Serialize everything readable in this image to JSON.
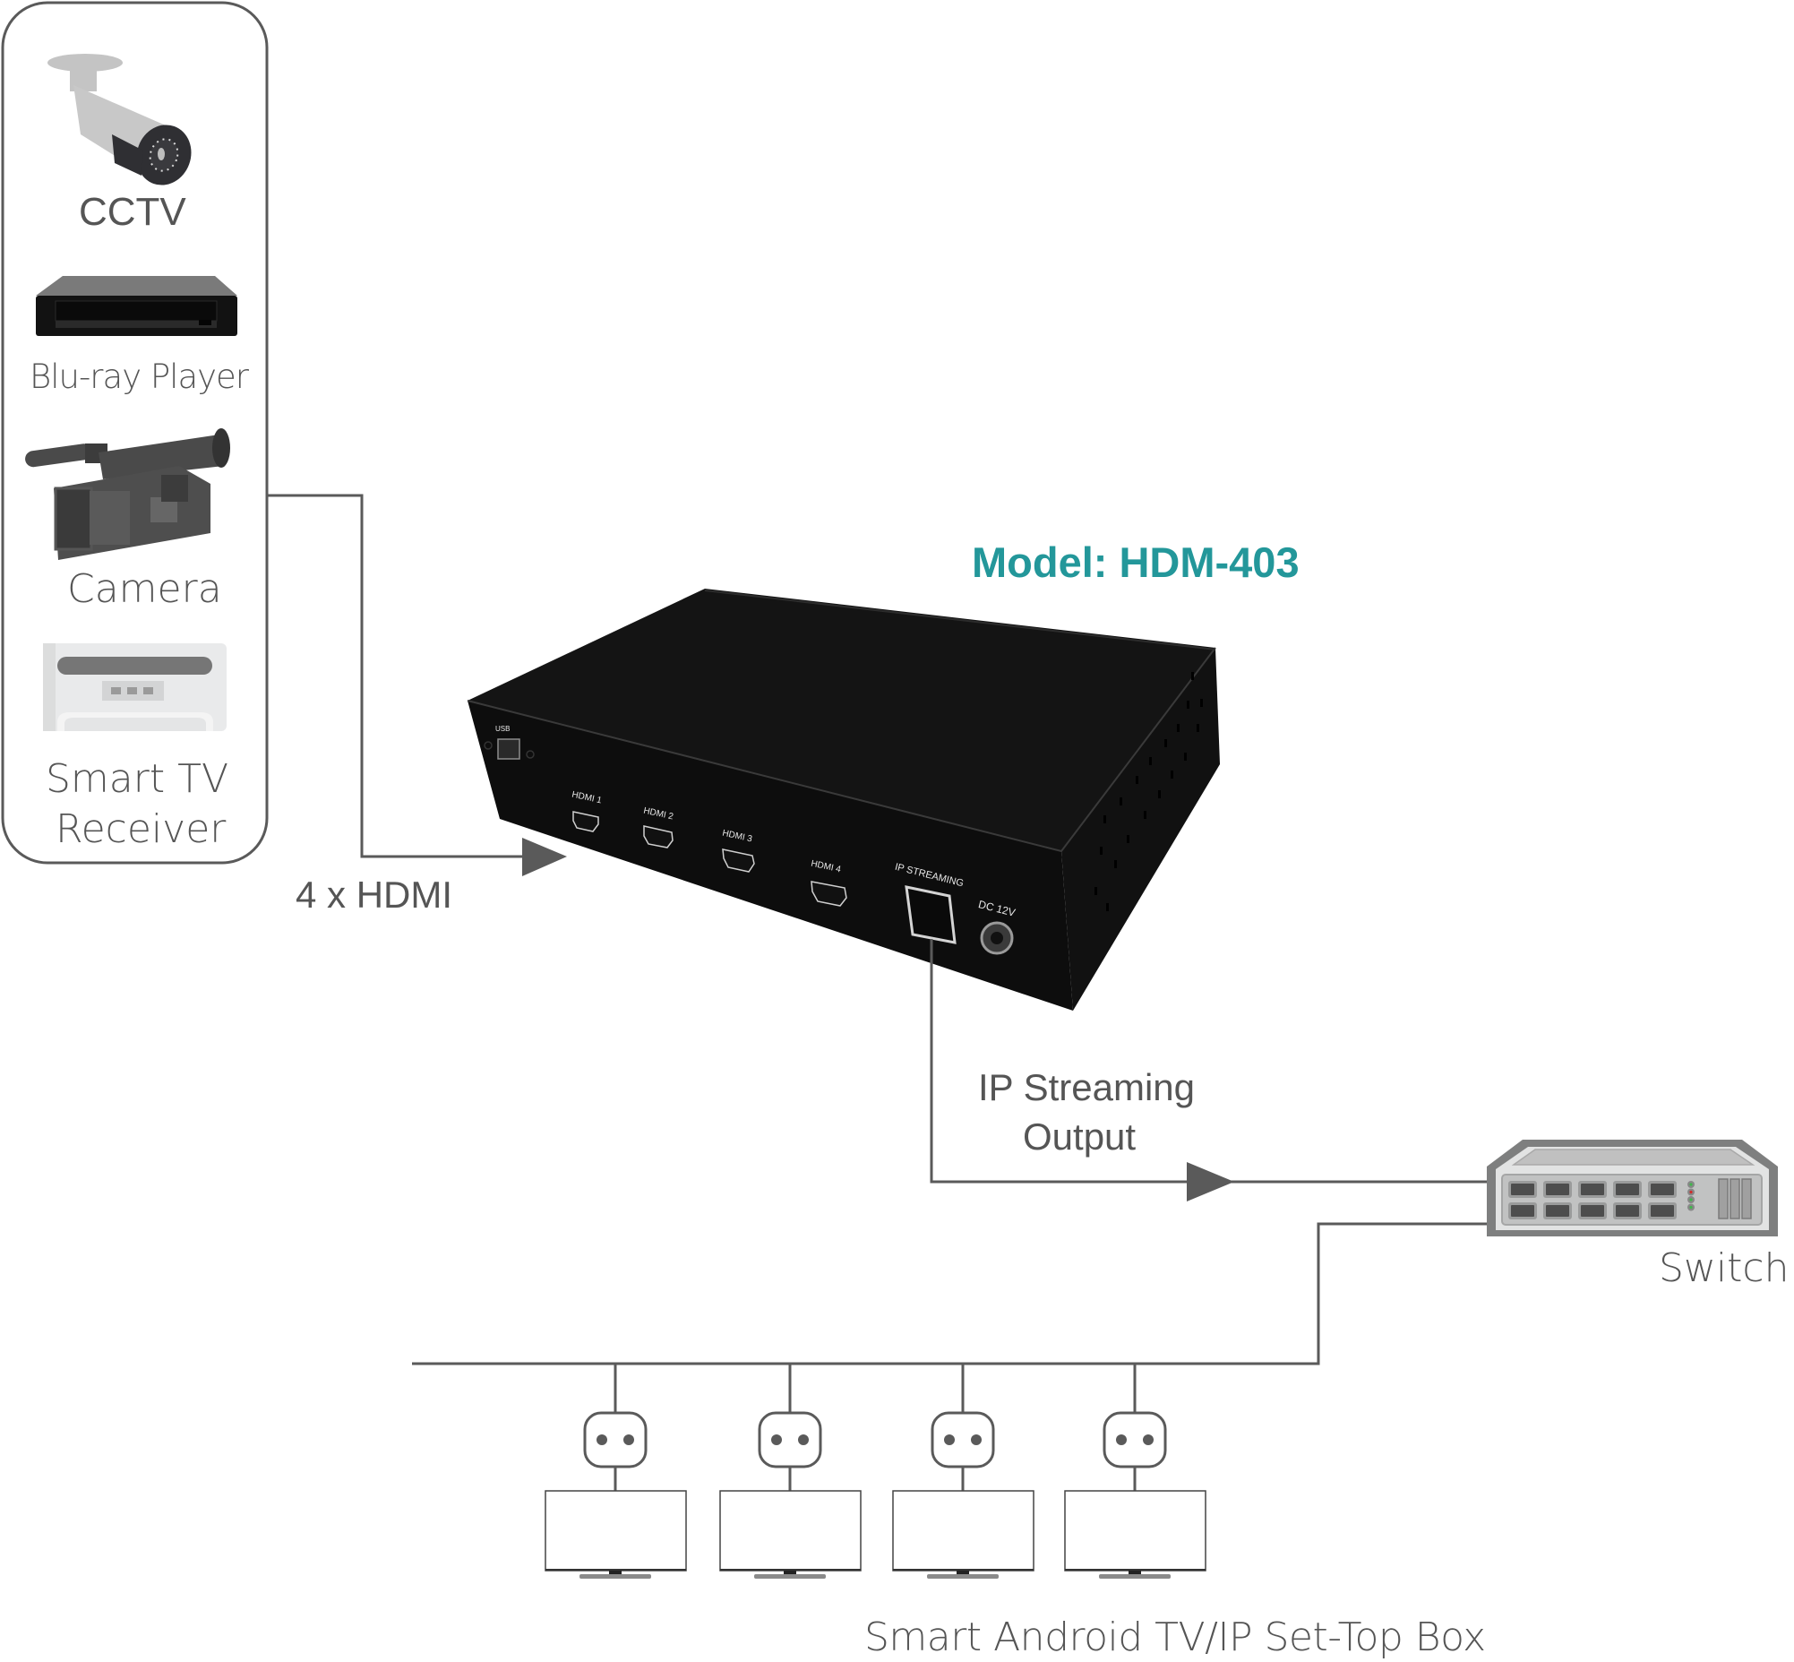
{
  "model_label": "Model: HDM-403",
  "colors": {
    "accent": "#23979A",
    "line": "#5a5a5a",
    "text": "#555555",
    "device": "#151515"
  },
  "sources_panel": {
    "items": [
      {
        "label": "CCTV",
        "icon": "cctv-camera-icon"
      },
      {
        "label": "Blu-ray Player",
        "icon": "bluray-player-icon"
      },
      {
        "label": "Camera",
        "icon": "camcorder-icon"
      },
      {
        "label": "Smart TV Receiver",
        "label_line1": "Smart TV",
        "label_line2": "Receiver",
        "icon": "set-top-receiver-icon"
      }
    ]
  },
  "connections": {
    "input_label": "4 x HDMI",
    "output_label_line1": "IP Streaming",
    "output_label_line2": "Output"
  },
  "device": {
    "ports": {
      "usb": "USB",
      "hdmi1": "HDMI 1",
      "hdmi2": "HDMI 2",
      "hdmi3": "HDMI 3",
      "hdmi4": "HDMI 4",
      "ip_streaming": "IP STREAMING",
      "dc": "DC 12V"
    }
  },
  "switch": {
    "label": "Switch",
    "icon": "network-switch-icon"
  },
  "endpoints": {
    "label": "Smart Android TV/IP Set-Top Box",
    "count": 4,
    "items": [
      {
        "icon": "network-outlet-icon",
        "device_icon": "tv-icon"
      },
      {
        "icon": "network-outlet-icon",
        "device_icon": "tv-icon"
      },
      {
        "icon": "network-outlet-icon",
        "device_icon": "tv-icon"
      },
      {
        "icon": "network-outlet-icon",
        "device_icon": "tv-icon"
      }
    ]
  }
}
